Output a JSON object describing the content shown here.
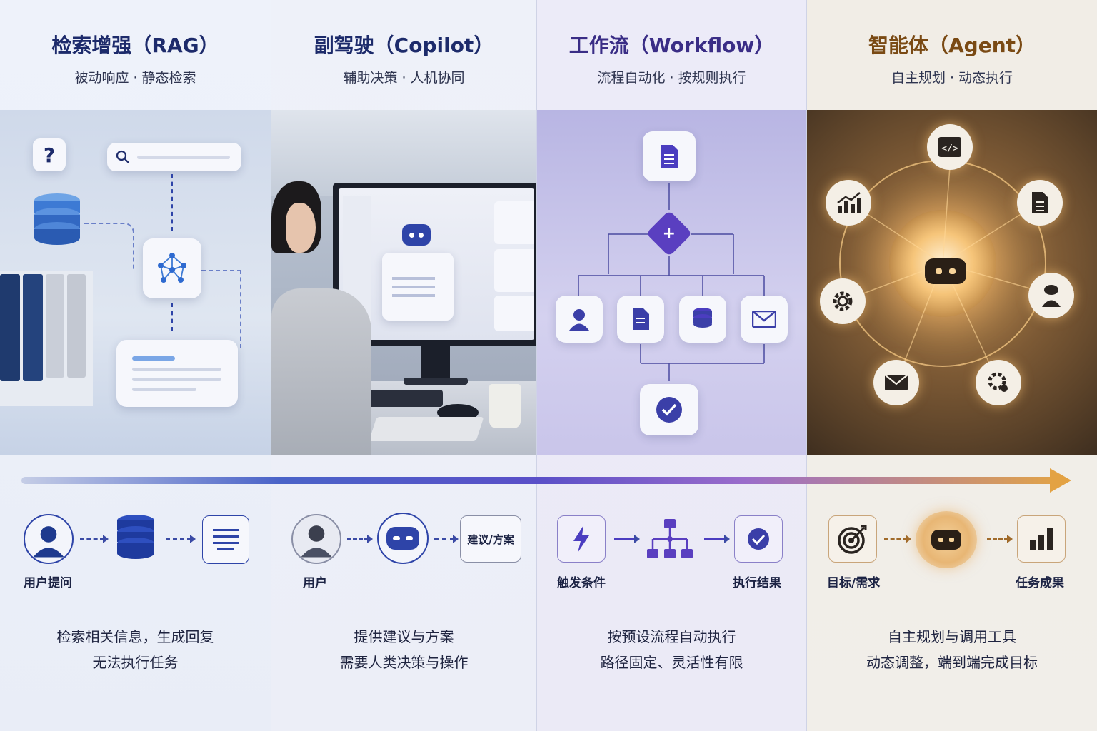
{
  "columns": [
    {
      "title": "检索增强（RAG）",
      "subtitle": "被动响应 · 静态检索",
      "flow_labels": [
        "用户提问"
      ],
      "box_text": "",
      "desc": [
        "检索相关信息，生成回复",
        "无法执行任务"
      ]
    },
    {
      "title": "副驾驶（Copilot）",
      "subtitle": "辅助决策 · 人机协同",
      "flow_labels": [
        "用户"
      ],
      "box_text": "建议/方案",
      "desc": [
        "提供建议与方案",
        "需要人类决策与操作"
      ]
    },
    {
      "title": "工作流（Workflow）",
      "subtitle": "流程自动化 · 按规则执行",
      "flow_labels": [
        "触发条件",
        "执行结果"
      ],
      "box_text": "",
      "desc": [
        "按预设流程自动执行",
        "路径固定、灵活性有限"
      ]
    },
    {
      "title": "智能体（Agent）",
      "subtitle": "自主规划 · 动态执行",
      "flow_labels": [
        "目标/需求",
        "任务成果"
      ],
      "box_text": "",
      "desc": [
        "自主规划与调用工具",
        "动态调整，端到端完成目标"
      ]
    }
  ],
  "colors": {
    "rag": "#1d2b6b",
    "copilot": "#1d2b6b",
    "workflow": "#3a2d86",
    "agent": "#7a4a14",
    "accent_blue": "#2e44a8",
    "accent_purple": "#5a3fc0",
    "accent_gold": "#e3a243"
  }
}
